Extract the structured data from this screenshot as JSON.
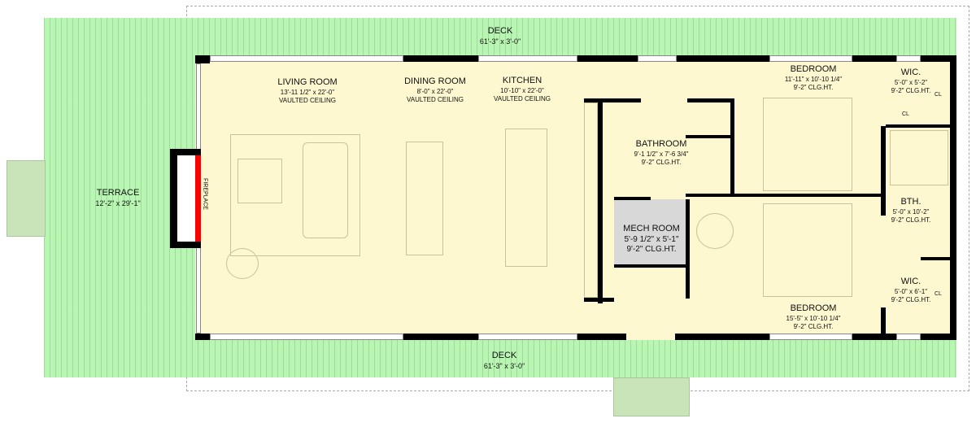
{
  "plan": {
    "colors": {
      "deck": "#b9f5b3",
      "interior": "#fdf8cf",
      "mech": "#d8d8d8",
      "wall": "#000000",
      "fireplace": "#ff0000",
      "steps": "#c9e4b8"
    },
    "rooms": {
      "deck_top": {
        "name": "DECK",
        "dims": "61'-3\" x 3'-0\""
      },
      "deck_bottom": {
        "name": "DECK",
        "dims": "61'-3\" x 3'-0\""
      },
      "terrace": {
        "name": "TERRACE",
        "dims": "12'-2\" x 29'-1\""
      },
      "living": {
        "name": "LIVING ROOM",
        "dims": "13'-11 1/2\" x 22'-0\"",
        "ceiling": "VAULTED CEILING"
      },
      "dining": {
        "name": "DINING ROOM",
        "dims": "8'-0\" x 22'-0\"",
        "ceiling": "VAULTED CEILING"
      },
      "kitchen": {
        "name": "KITCHEN",
        "dims": "10'-10\" x 22'-0\"",
        "ceiling": "VAULTED CEILING"
      },
      "bathroom": {
        "name": "BATHROOM",
        "dims": "9'-1 1/2\" x 7'-6 3/4\"",
        "ceiling": "9'-2\" CLG.HT."
      },
      "mech": {
        "name": "MECH ROOM",
        "dims": "5'-9 1/2\" x 5'-1\"",
        "ceiling": "9'-2\" CLG.HT."
      },
      "bedroom1": {
        "name": "BEDROOM",
        "dims": "11'-11\" x 10'-10 1/4\"",
        "ceiling": "9'-2\" CLG.HT."
      },
      "bedroom2": {
        "name": "BEDROOM",
        "dims": "15'-5\" x 10'-10 1/4\"",
        "ceiling": "9'-2\" CLG.HT."
      },
      "wic1": {
        "name": "WIC.",
        "dims": "5'-0\" x 5'-2\"",
        "ceiling": "9'-2\" CLG.HT."
      },
      "bth": {
        "name": "BTH.",
        "dims": "5'-0\" x 10'-2\"",
        "ceiling": "9'-2\" CLG.HT."
      },
      "wic2": {
        "name": "WIC.",
        "dims": "5'-0\" x 6'-1\"",
        "ceiling": "9'-2\" CLG.HT."
      }
    },
    "fireplace_label": "FIREPLACE",
    "closet_label": "CL"
  }
}
